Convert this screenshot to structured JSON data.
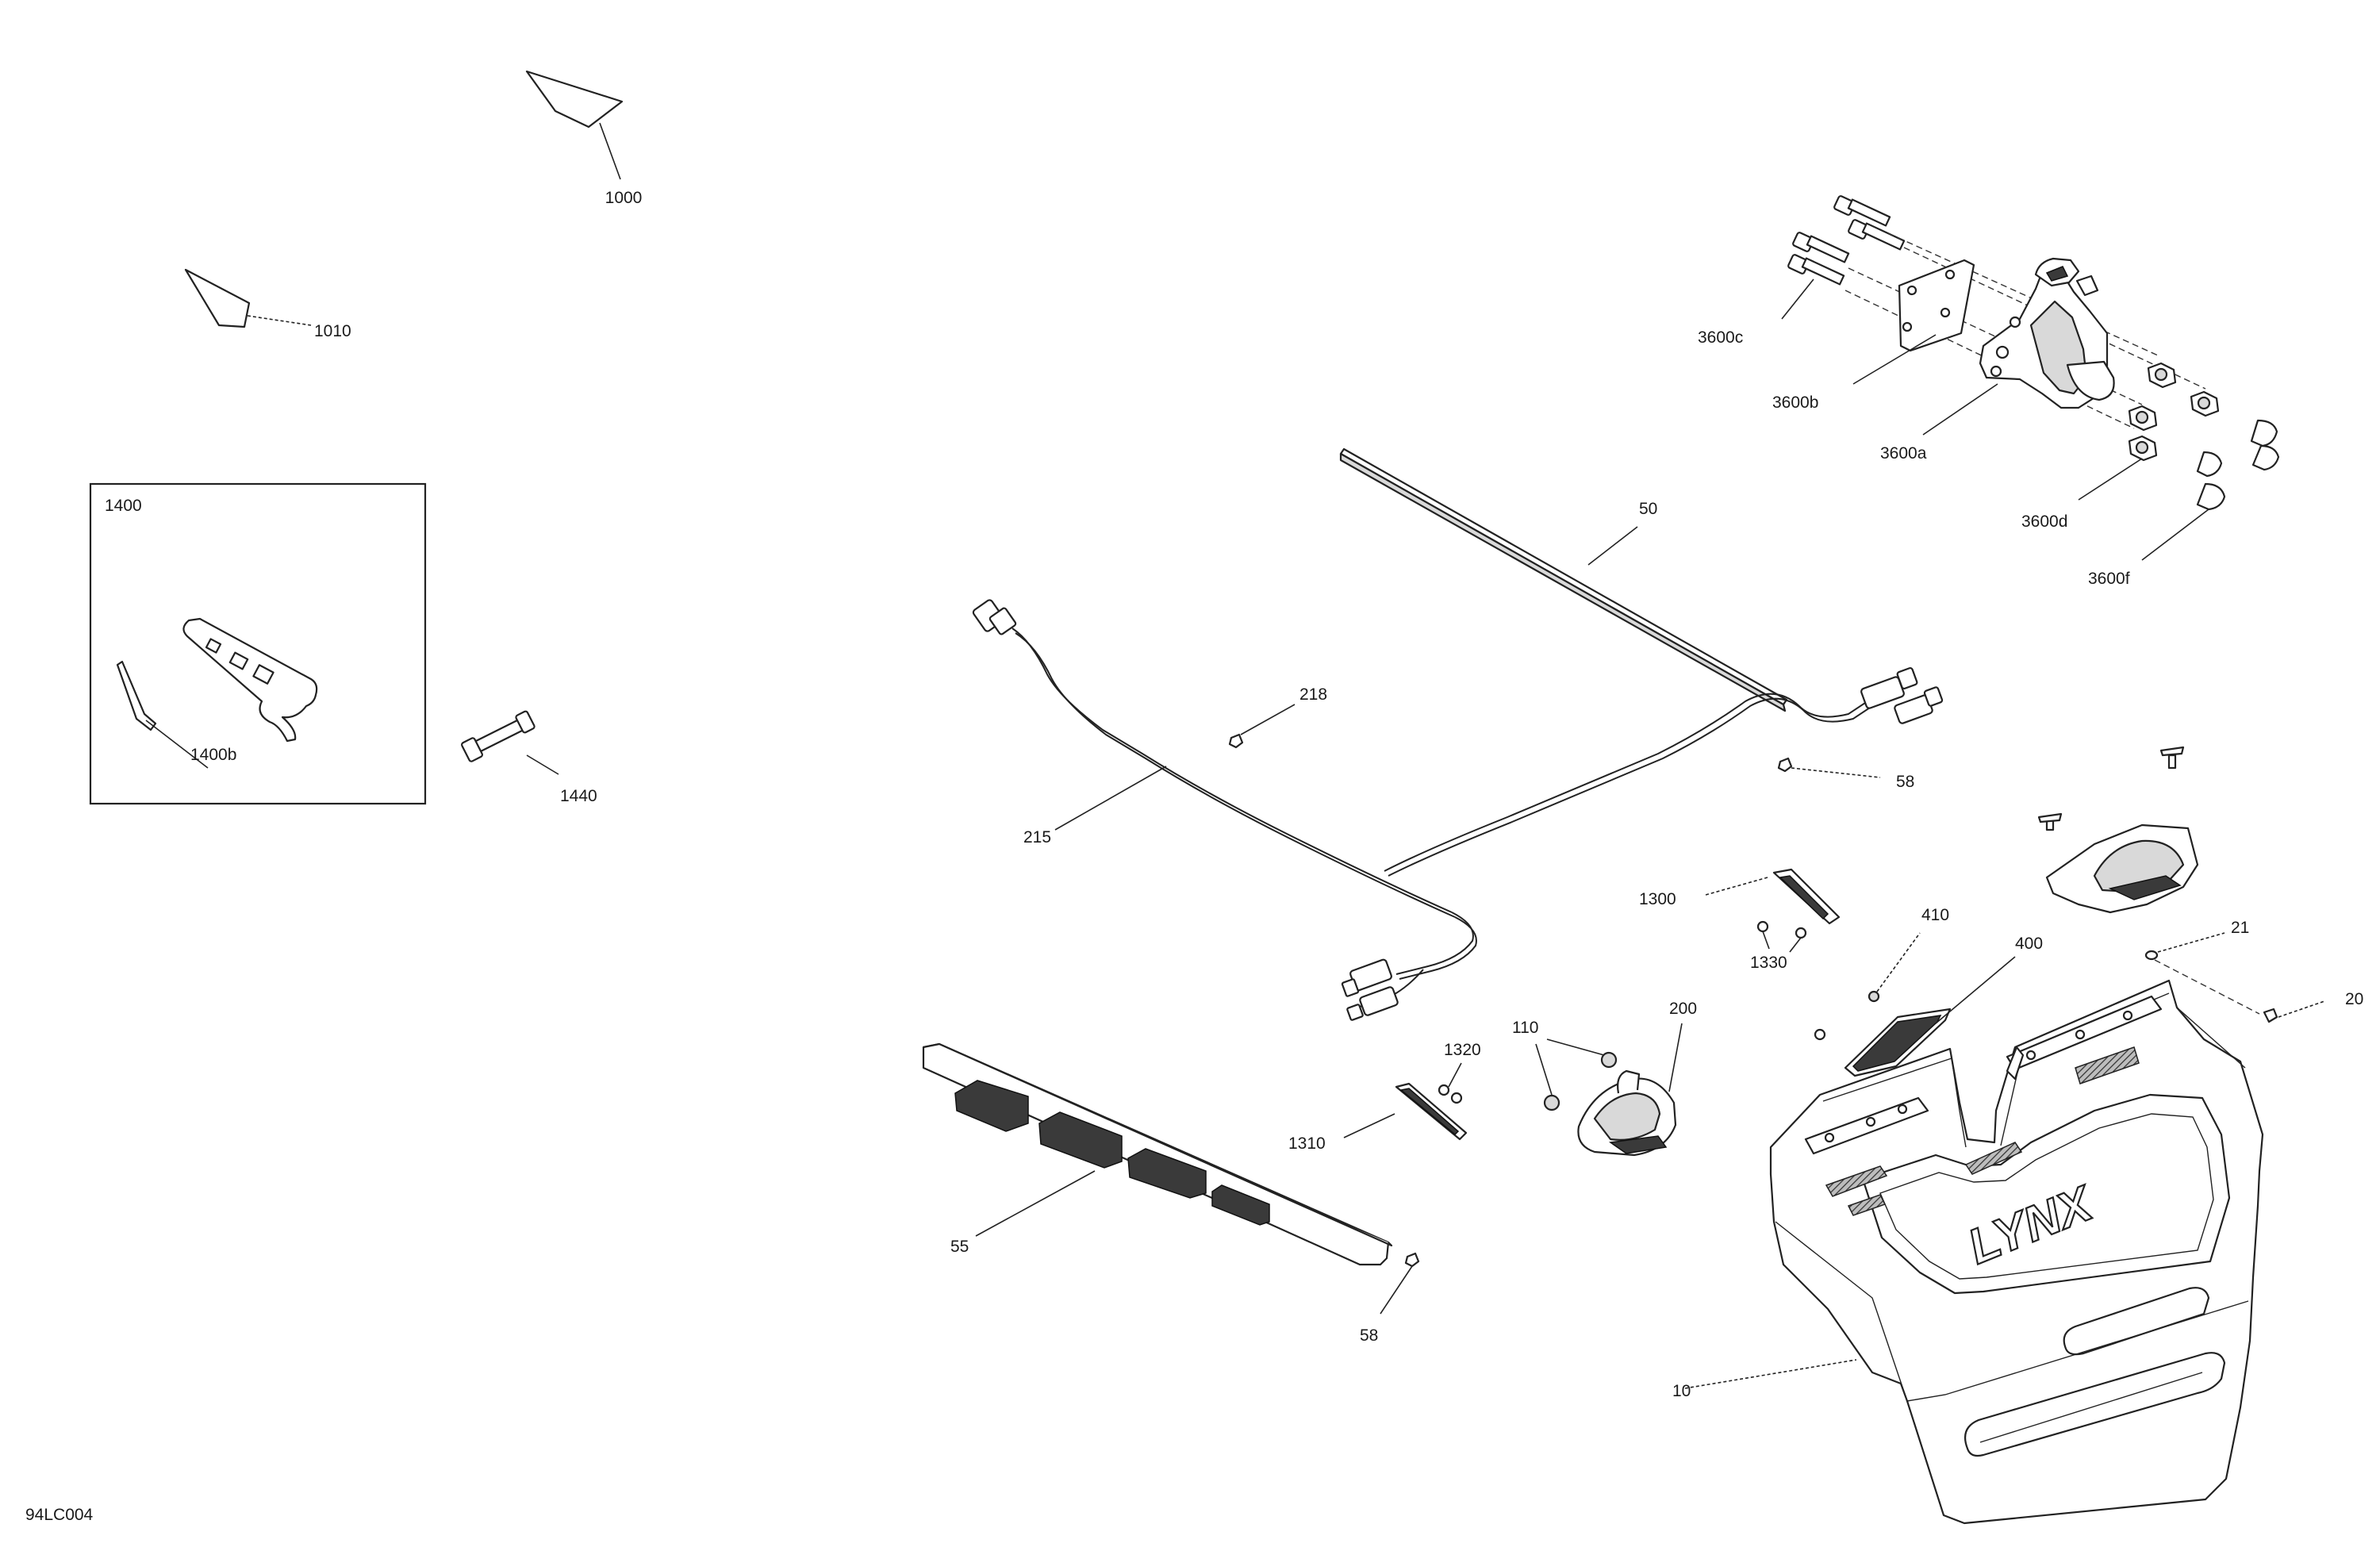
{
  "diagram_code": "94LC004",
  "kit_box_label": "1400",
  "callouts": {
    "c1000": "1000",
    "c1010": "1010",
    "c1400b": "1400b",
    "c1440": "1440",
    "c50": "50",
    "c218": "218",
    "c215": "215",
    "c58a": "58",
    "c58b": "58",
    "c55": "55",
    "c1300": "1300",
    "c1330": "1330",
    "c1320": "1320",
    "c1310": "1310",
    "c110": "110",
    "c200": "200",
    "c410": "410",
    "c400": "400",
    "c21": "21",
    "c20": "20",
    "c10": "10",
    "c3600a": "3600a",
    "c3600b": "3600b",
    "c3600c": "3600c",
    "c3600d": "3600d",
    "c3600f": "3600f"
  },
  "logo_text": "LYNX"
}
